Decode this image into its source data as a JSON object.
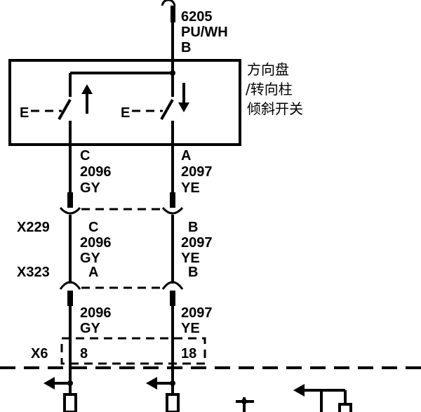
{
  "top_wire": {
    "circuit": "6205",
    "color": "PU/WH",
    "pin": "B"
  },
  "switch": {
    "label_line1": "方向盘",
    "label_line2": "/转向柱",
    "label_line3": "倾斜开关",
    "left_ground": "E",
    "right_ground": "E"
  },
  "left_wire_upper": {
    "pin": "C",
    "circuit": "2096",
    "color": "GY"
  },
  "right_wire_upper": {
    "pin": "A",
    "circuit": "2097",
    "color": "YE"
  },
  "connector_x229": {
    "name": "X229",
    "left_pin": "C",
    "right_pin": "B"
  },
  "mid_left_wire": {
    "circuit": "2096",
    "color": "GY"
  },
  "mid_right_wire": {
    "circuit": "2097",
    "color": "YE"
  },
  "connector_x323": {
    "name": "X323",
    "left_pin": "A",
    "right_pin": "B"
  },
  "left_wire_lower": {
    "circuit": "2096",
    "color": "GY"
  },
  "right_wire_lower": {
    "circuit": "2097",
    "color": "YE"
  },
  "connector_x6": {
    "name": "X6",
    "left_pin": "8",
    "right_pin": "18"
  }
}
